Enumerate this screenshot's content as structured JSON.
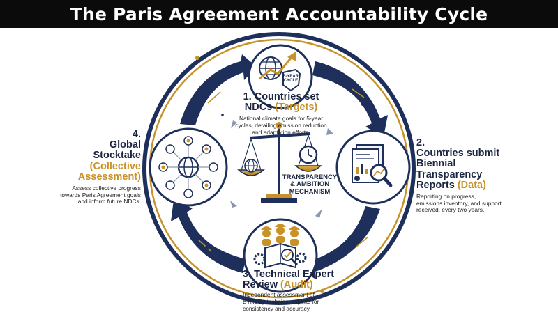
{
  "title": "The Paris Agreement Accountability Cycle",
  "colors": {
    "navy": "#1d2f5a",
    "gold": "#c89228",
    "black": "#0b0b0b"
  },
  "center": {
    "line1": "TRANSPARENCY",
    "line2": "& AMBITION",
    "line3": "MECHANISM"
  },
  "icon_badge": {
    "line1": "5-YEAR",
    "line2": "CYCLE"
  },
  "steps": [
    {
      "heading_a": "1. Countries set",
      "heading_b": "NDCs",
      "heading_highlight": "(Targets)",
      "desc": [
        "National climate goals for 5-year",
        "cycles, detailing emission reduction",
        "and adaptation efforts."
      ]
    },
    {
      "heading_a": "2.",
      "heading_b": "Countries submit",
      "heading_c": "Biennial",
      "heading_d": "Transparency",
      "heading_e": "Reports",
      "heading_highlight": "(Data)",
      "desc": [
        "Reporting on progress,",
        "emissions inventory, and support",
        "received, every two years."
      ]
    },
    {
      "heading_a": "3. Technical Expert",
      "heading_b": "Review",
      "heading_highlight": "(Audit)",
      "desc": [
        "Independent assessment of",
        "BTRs by technical experts for",
        "consistency and accuracy."
      ]
    },
    {
      "heading_a": "4.",
      "heading_b": "Global",
      "heading_c": "Stocktake",
      "heading_highlight_a": "(Collective",
      "heading_highlight_b": "Assessment)",
      "desc": [
        "Assess collective progress",
        "towards Paris Agreement goals",
        "and inform future NDCs."
      ]
    }
  ],
  "icons": [
    "globe-growth-icon",
    "report-magnifier-icon",
    "expert-review-icon",
    "stocktake-network-icon",
    "scales-icon",
    "clock-icon"
  ]
}
